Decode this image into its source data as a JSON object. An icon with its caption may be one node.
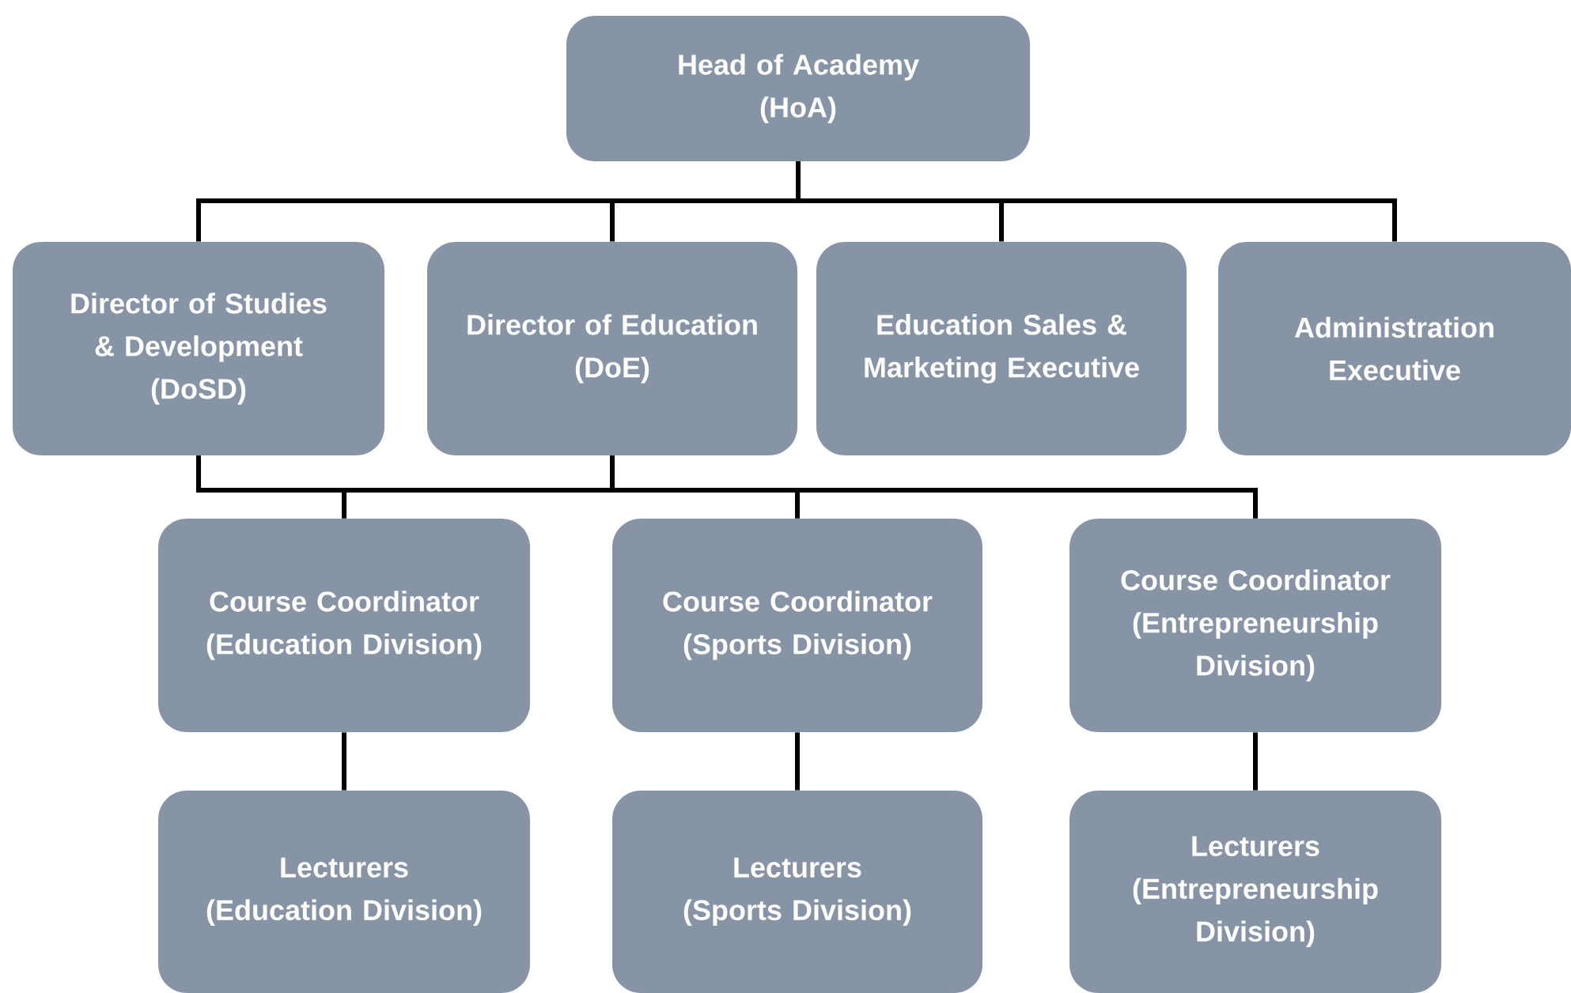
{
  "diagram": {
    "nodes": [
      {
        "text": [
          "Head of Academy",
          "(HoA)"
        ]
      },
      {
        "text": [
          "Director of Studies & Development",
          "(DoSD)"
        ]
      },
      {
        "text": [
          "Director of Education",
          "(DoE)"
        ]
      },
      {
        "text": [
          "Education Sales & Marketing Executive"
        ]
      },
      {
        "text": [
          "Administration Executive"
        ]
      },
      {
        "text": [
          "Course Coordinator",
          "(Education Division)"
        ]
      },
      {
        "text": [
          "Course Coordinator",
          "(Sports Division)"
        ]
      },
      {
        "text": [
          "Course Coordinator",
          "(Entrepreneurship Division)"
        ]
      },
      {
        "text": [
          "Lecturers",
          "(Education Division)"
        ]
      },
      {
        "text": [
          "Lecturers",
          "(Sports Division)"
        ]
      },
      {
        "text": [
          "Lecturers",
          "(Entrepreneurship Division)"
        ]
      }
    ],
    "edges": [
      {
        "from": 0,
        "to": 1,
        "arrow": "none"
      },
      {
        "from": 0,
        "to": 2,
        "arrow": "none"
      },
      {
        "from": 0,
        "to": 3,
        "arrow": "none"
      },
      {
        "from": 0,
        "to": 4,
        "arrow": "none"
      },
      {
        "from": 1,
        "to": 5,
        "arrow": "none"
      },
      {
        "from": 1,
        "to": 6,
        "arrow": "none"
      },
      {
        "from": 1,
        "to": 7,
        "arrow": "none"
      },
      {
        "from": 2,
        "to": 5,
        "arrow": "none"
      },
      {
        "from": 2,
        "to": 6,
        "arrow": "none"
      },
      {
        "from": 2,
        "to": 7,
        "arrow": "none"
      },
      {
        "from": 5,
        "to": 8,
        "arrow": "none"
      },
      {
        "from": 6,
        "to": 9,
        "arrow": "none"
      },
      {
        "from": 7,
        "to": 10,
        "arrow": "none"
      }
    ]
  }
}
